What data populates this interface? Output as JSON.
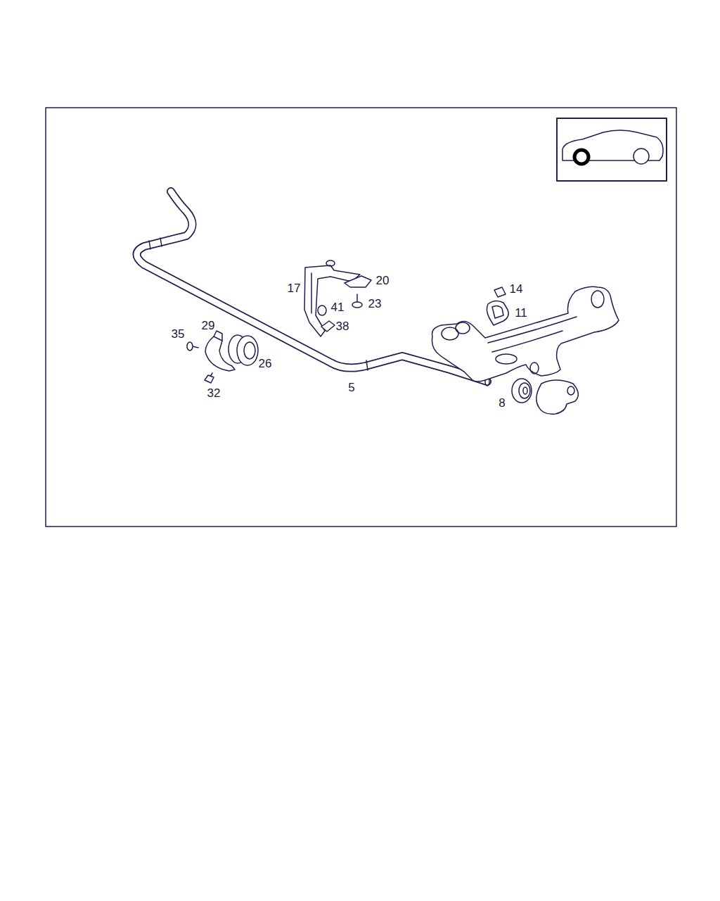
{
  "diagram": {
    "labels": [
      "20",
      "17",
      "14",
      "41",
      "23",
      "11",
      "38",
      "29",
      "35",
      "26",
      "5",
      "32",
      "8"
    ]
  }
}
